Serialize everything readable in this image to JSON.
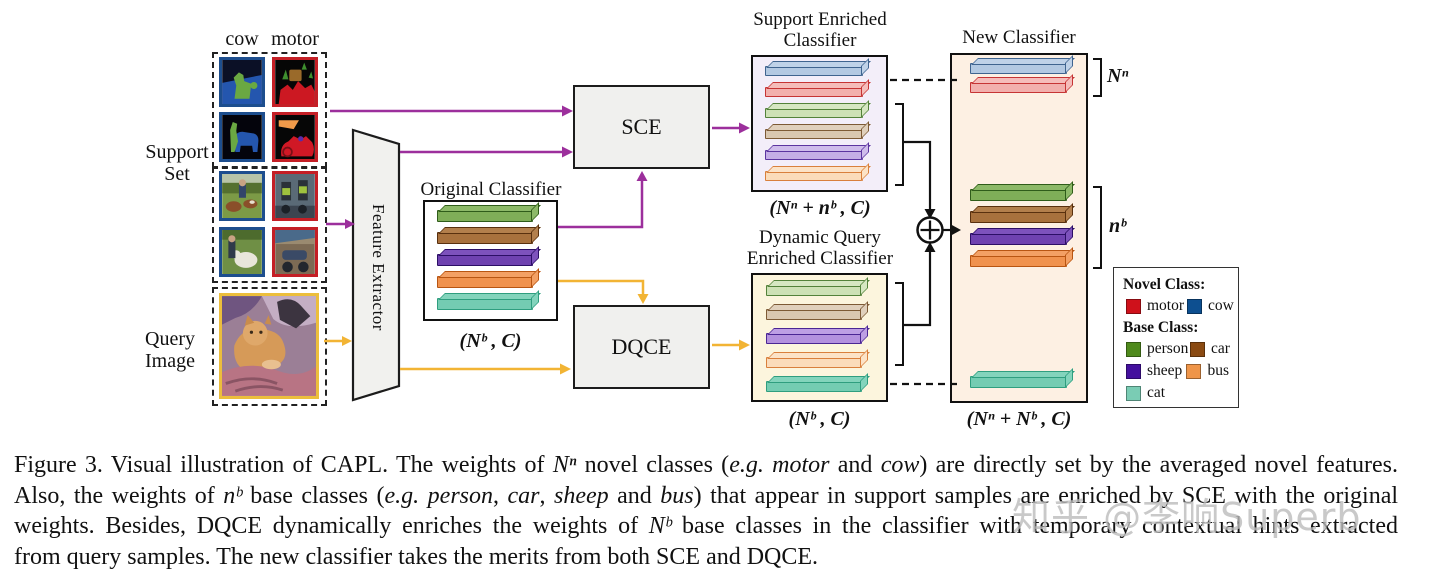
{
  "figure": {
    "support_set": {
      "label_line1": "Support",
      "label_line2": "Set",
      "column_labels": [
        "cow",
        "motor"
      ]
    },
    "query": {
      "label_line1": "Query",
      "label_line2": "Image"
    },
    "feature_extractor": {
      "label": "Feature Extractor"
    },
    "sce": {
      "label": "SCE"
    },
    "dqce": {
      "label": "DQCE"
    },
    "original_classifier": {
      "title": "Original Classifier",
      "dims": "(Nᵇ , C)",
      "bars": [
        "green",
        "brown",
        "purple",
        "orange",
        "teal"
      ]
    },
    "support_enriched": {
      "title_line1": "Support Enriched",
      "title_line2": "Classifier",
      "dims": "(Nⁿ + nᵇ , C)",
      "bars": [
        "blue_l",
        "red_l",
        "green_l",
        "tan_l",
        "purple_l",
        "peach_l"
      ]
    },
    "dynamic_query": {
      "title_line1": "Dynamic Query",
      "title_line2": "Enriched Classifier",
      "dims": "(Nᵇ , C)",
      "bars": [
        "green_l",
        "tan_l",
        "purple_m",
        "peach_l",
        "teal"
      ]
    },
    "new_classifier": {
      "title": "New Classifier",
      "dims": "(Nⁿ + Nᵇ , C)",
      "novel_bracket_label": "Nⁿ",
      "base_bracket_label": "nᵇ",
      "bars_novel": [
        "blue_l",
        "red_l"
      ],
      "bars_base": [
        "green",
        "brown",
        "purple",
        "orange"
      ],
      "bars_query": [
        "teal"
      ]
    }
  },
  "bar_colors": {
    "green": {
      "f": "#7fae58",
      "s": "#2f5c1a",
      "t": "#8cb968"
    },
    "brown": {
      "f": "#a8713d",
      "s": "#59300e",
      "t": "#b37f4c"
    },
    "purple": {
      "f": "#6f42b0",
      "s": "#2c0f66",
      "t": "#7d52bc"
    },
    "orange": {
      "f": "#f0924e",
      "s": "#b85512",
      "t": "#f3a064"
    },
    "teal": {
      "f": "#74ccb2",
      "s": "#2f9e7f",
      "t": "#83d4bc"
    },
    "blue_l": {
      "f": "#b3c9e2",
      "s": "#3f648f",
      "t": "#bfd2e8"
    },
    "red_l": {
      "f": "#f2b0ad",
      "s": "#c63434",
      "t": "#f5bdba"
    },
    "green_l": {
      "f": "#cde1b5",
      "s": "#53823a",
      "t": "#d6e7c2"
    },
    "tan_l": {
      "f": "#d9c7b0",
      "s": "#7d5a35",
      "t": "#e0d0bc"
    },
    "purple_l": {
      "f": "#c5aee6",
      "s": "#5c35a0",
      "t": "#cfbceb"
    },
    "purple_m": {
      "f": "#b391de",
      "s": "#4a2694",
      "t": "#bd9fe4"
    },
    "peach_l": {
      "f": "#fbdcba",
      "s": "#d9803c",
      "t": "#fce3c7"
    }
  },
  "colors": {
    "arrow_purple": "#9c2f9c",
    "arrow_yellow": "#f2b434",
    "connector_black": "#111111",
    "sec_box_bg": "#f3eef9",
    "dqe_box_bg": "#fcf5dd",
    "new_box_bg": "#fdf0e3"
  },
  "legend": {
    "novel_title": "Novel Class:",
    "base_title": "Base Class:",
    "items_novel": [
      {
        "label": "motor",
        "color": "#cf111b"
      },
      {
        "label": "cow",
        "color": "#0d4f90"
      }
    ],
    "items_base": [
      {
        "label": "person",
        "color": "#4f8a1c"
      },
      {
        "label": "car",
        "color": "#8a4a12"
      },
      {
        "label": "sheep",
        "color": "#44109e"
      },
      {
        "label": "bus",
        "color": "#ef9549"
      },
      {
        "label": "cat",
        "color": "#7accb4"
      }
    ]
  },
  "caption": {
    "line1": [
      {
        "t": "Figure 3.  Visual illustration of CAPL. The weights of "
      },
      {
        "t": "Nⁿ",
        "i": true
      },
      {
        "t": " novel classes ("
      },
      {
        "t": "e.g. motor",
        "i": true
      },
      {
        "t": " and "
      },
      {
        "t": "cow",
        "i": true
      },
      {
        "t": ") are directly set by the averaged novel features."
      }
    ],
    "line2": [
      {
        "t": "Also, the weights of "
      },
      {
        "t": "nᵇ",
        "i": true
      },
      {
        "t": " base classes ("
      },
      {
        "t": "e.g. person",
        "i": true
      },
      {
        "t": ", "
      },
      {
        "t": "car",
        "i": true
      },
      {
        "t": ", "
      },
      {
        "t": "sheep",
        "i": true
      },
      {
        "t": " and "
      },
      {
        "t": "bus",
        "i": true
      },
      {
        "t": ") that appear in support samples are enriched by SCE with the original"
      }
    ],
    "line3": [
      {
        "t": "weights.  Besides, DQCE dynamically enriches the weights of "
      },
      {
        "t": "Nᵇ",
        "i": true
      },
      {
        "t": " base classes in the classifier with temporary contextual hints extracted"
      }
    ],
    "line4": [
      {
        "t": "from query samples. The new classifier takes the merits from both SCE and DQCE."
      }
    ]
  },
  "watermark": "知乎 @李响Superb"
}
